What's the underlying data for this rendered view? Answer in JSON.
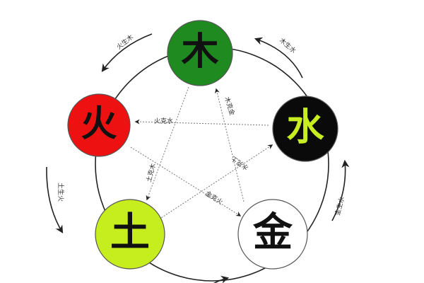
{
  "elements": [
    {
      "key": "wood",
      "char": "木",
      "fill": "#1f8a1f",
      "text_color": "#111111"
    },
    {
      "key": "fire",
      "char": "火",
      "fill": "#ee1111",
      "text_color": "#111111"
    },
    {
      "key": "water",
      "char": "水",
      "fill": "#0a0a0a",
      "text_color": "#c8ee22"
    },
    {
      "key": "earth",
      "char": "土",
      "fill": "#c6ee1e",
      "text_color": "#111111"
    },
    {
      "key": "metal",
      "char": "金",
      "fill": "#ffffff",
      "text_color": "#111111"
    }
  ],
  "generating_labels": {
    "fire_wood": "火生木",
    "wood_water": "木生水",
    "earth_fire": "土生火",
    "metal_water": "金生水"
  },
  "overcoming_labels": {
    "fire_water": "火克水",
    "wood_metal": "木克金",
    "wood_earth": "土克木",
    "fire_metal": "金克火",
    "earth_water": "水克土"
  }
}
